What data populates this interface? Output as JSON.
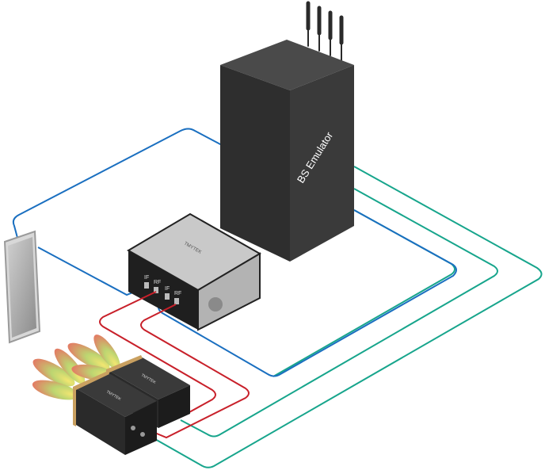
{
  "diagram": {
    "bs_emulator": {
      "label": "BS Emulator"
    },
    "converter": {
      "brand": "TMYTEK",
      "ports": [
        "IF",
        "RF",
        "IF",
        "RF"
      ]
    },
    "beamformers": [
      {
        "brand": "TMYTEK"
      },
      {
        "brand": "TMYTEK"
      }
    ],
    "colors": {
      "control_cable": "#1a6fc0",
      "rf_cable": "#c8202a",
      "if_cable": "#17a58c",
      "device_dark": "#2b2b2b",
      "device_silver": "#bfbfbf",
      "frame_gold": "#c9a060"
    },
    "icons": [
      "phone-icon",
      "antenna-icon",
      "beam-pattern-icon"
    ]
  }
}
